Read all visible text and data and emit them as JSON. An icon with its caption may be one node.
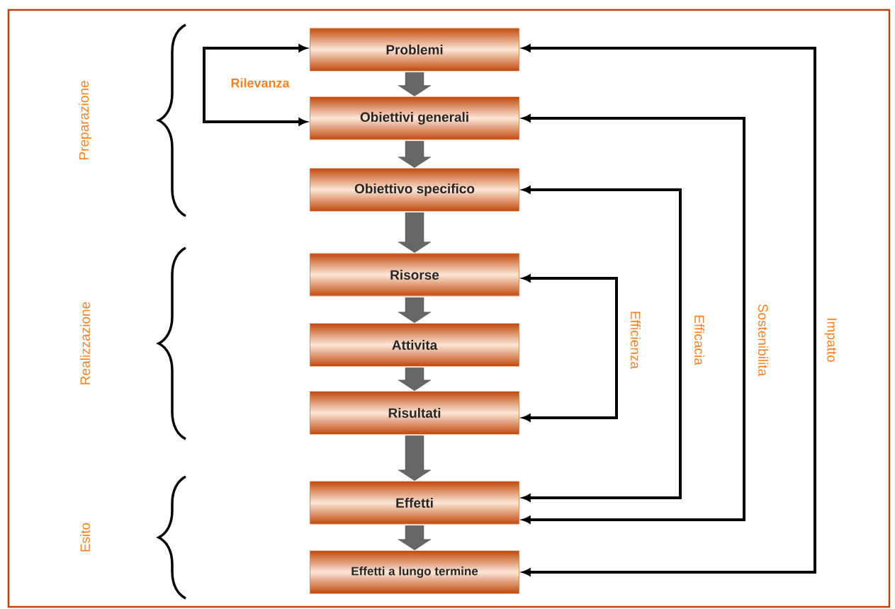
{
  "diagram": {
    "nodes": [
      {
        "text": [
          "Problemi"
        ]
      },
      {
        "text": [
          "Obiettivi generali"
        ]
      },
      {
        "text": [
          "Obiettivo specifico"
        ]
      },
      {
        "text": [
          "Risorse"
        ]
      },
      {
        "text": [
          "Attivita"
        ]
      },
      {
        "text": [
          "Risultati"
        ]
      },
      {
        "text": [
          "Effetti"
        ]
      },
      {
        "text": [
          "Effetti a lungo termine"
        ]
      }
    ],
    "edges": [
      {
        "from": 0,
        "to": 1,
        "arrow": "to"
      },
      {
        "from": 1,
        "to": 2,
        "arrow": "to"
      },
      {
        "from": 2,
        "to": 3,
        "arrow": "to"
      },
      {
        "from": 3,
        "to": 4,
        "arrow": "to"
      },
      {
        "from": 4,
        "to": 5,
        "arrow": "to"
      },
      {
        "from": 5,
        "to": 6,
        "arrow": "to"
      },
      {
        "from": 6,
        "to": 7,
        "arrow": "to"
      },
      {
        "from": 0,
        "to": 1,
        "arrow": "both",
        "label": "Rilevanza"
      },
      {
        "from": 3,
        "to": 5,
        "arrow": "both",
        "label": "Efficienza"
      },
      {
        "from": 2,
        "to": 6,
        "arrow": "both",
        "label": "Efficacia"
      },
      {
        "from": 1,
        "to": 6,
        "arrow": "both",
        "label": "Sostenibilita"
      },
      {
        "from": 0,
        "to": 7,
        "arrow": "both",
        "label": "Impatto"
      }
    ],
    "labels": [
      "Preparazione",
      "Realizzazione",
      "Esito"
    ]
  }
}
